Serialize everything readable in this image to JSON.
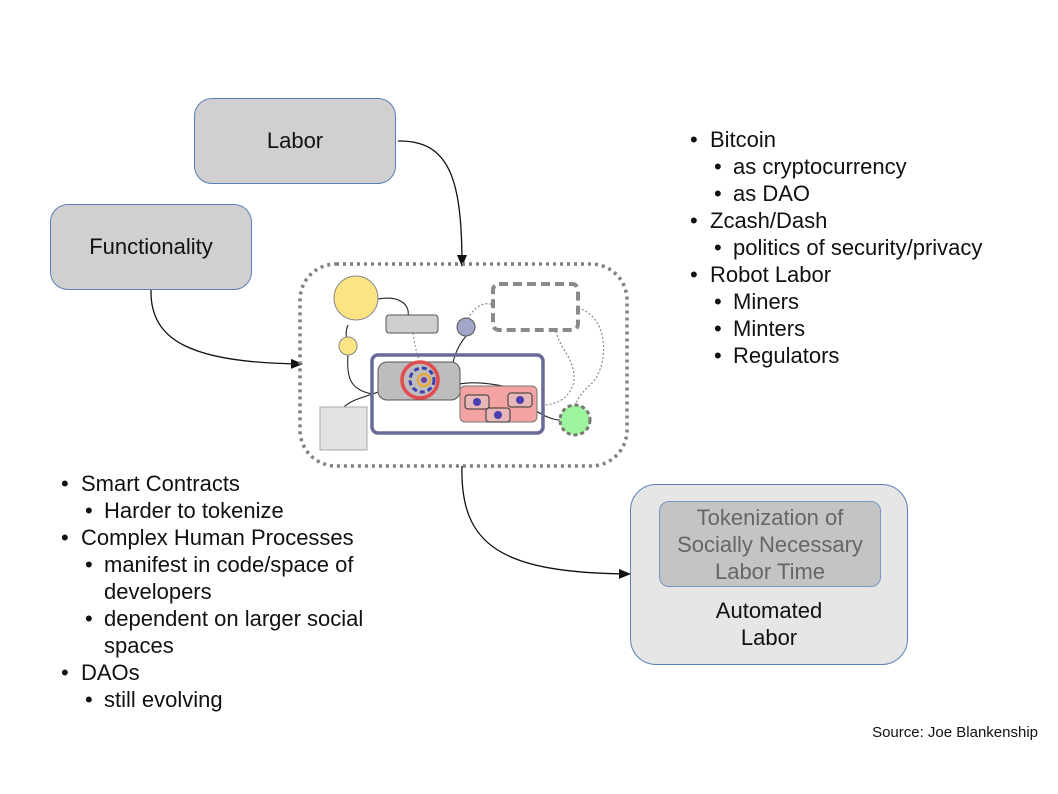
{
  "boxes": {
    "labor": "Labor",
    "functionality": "Functionality",
    "tokenization": "Tokenization of\nSocially Necessary\nLabor Time",
    "automated": "Automated\nLabor"
  },
  "right_list": [
    {
      "label": "Bitcoin",
      "children": [
        "as cryptocurrency",
        "as DAO"
      ]
    },
    {
      "label": "Zcash/Dash",
      "children": [
        "politics of security/privacy"
      ]
    },
    {
      "label": "Robot Labor",
      "children": [
        "Miners",
        "Minters",
        "Regulators"
      ]
    }
  ],
  "left_list": [
    {
      "label": "Smart Contracts",
      "children": [
        "Harder to tokenize"
      ]
    },
    {
      "label": "Complex Human Processes",
      "children": [
        "manifest in code/space of developers",
        "dependent on larger social spaces"
      ]
    },
    {
      "label": "DAOs",
      "children": [
        "still evolving"
      ]
    }
  ],
  "source": "Source: Joe Blankenship",
  "colors": {
    "box_fill": "#d0d0d0",
    "box_border": "#5b7fb5",
    "automated_fill": "#e6e6e6",
    "yellow_node": "#fde482",
    "green_node": "#9ef59e",
    "red_node": "#f4a3a3",
    "inner_frame": "#6a6a9a"
  }
}
